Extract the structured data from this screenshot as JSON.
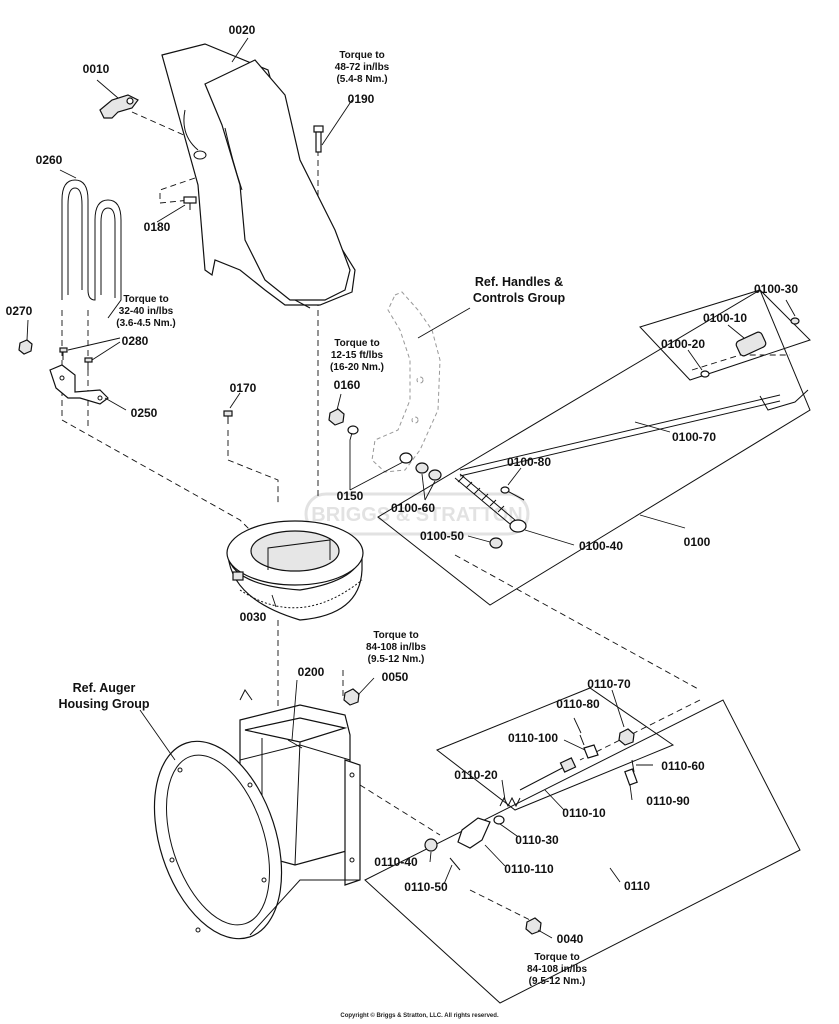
{
  "callouts": {
    "c0010": "0010",
    "c0020": "0020",
    "c0030": "0030",
    "c0040": "0040",
    "c0050": "0050",
    "c0100": "0100",
    "c0100_10": "0100-10",
    "c0100_20": "0100-20",
    "c0100_30": "0100-30",
    "c0100_40": "0100-40",
    "c0100_50": "0100-50",
    "c0100_60": "0100-60",
    "c0100_70": "0100-70",
    "c0100_80": "0100-80",
    "c0110": "0110",
    "c0110_10": "0110-10",
    "c0110_20": "0110-20",
    "c0110_30": "0110-30",
    "c0110_40": "0110-40",
    "c0110_50": "0110-50",
    "c0110_60": "0110-60",
    "c0110_70": "0110-70",
    "c0110_80": "0110-80",
    "c0110_90": "0110-90",
    "c0110_100": "0110-100",
    "c0110_110": "0110-110",
    "c0150": "0150",
    "c0160": "0160",
    "c0170": "0170",
    "c0180": "0180",
    "c0190": "0190",
    "c0200": "0200",
    "c0250": "0250",
    "c0260": "0260",
    "c0270": "0270",
    "c0280": "0280"
  },
  "torque_notes": {
    "t0190": [
      "Torque to",
      "48-72 in/lbs",
      "(5.4-8 Nm.)"
    ],
    "t0280": [
      "Torque to",
      "32-40 in/lbs",
      "(3.6-4.5 Nm.)"
    ],
    "t0160": [
      "Torque to",
      "12-15 ft/lbs",
      "(16-20 Nm.)"
    ],
    "t0050": [
      "Torque to",
      "84-108 in/lbs",
      "(9.5-12 Nm.)"
    ],
    "t0040": [
      "Torque to",
      "84-108 in/lbs",
      "(9.5-12 Nm.)"
    ]
  },
  "refs": {
    "handles": [
      "Ref. Handles &",
      "Controls Group"
    ],
    "auger": [
      "Ref. Auger",
      "Housing Group"
    ]
  },
  "watermark": "BRIGGS & STRATTON",
  "copyright": "Copyright © Briggs & Stratton, LLC. All rights reserved."
}
